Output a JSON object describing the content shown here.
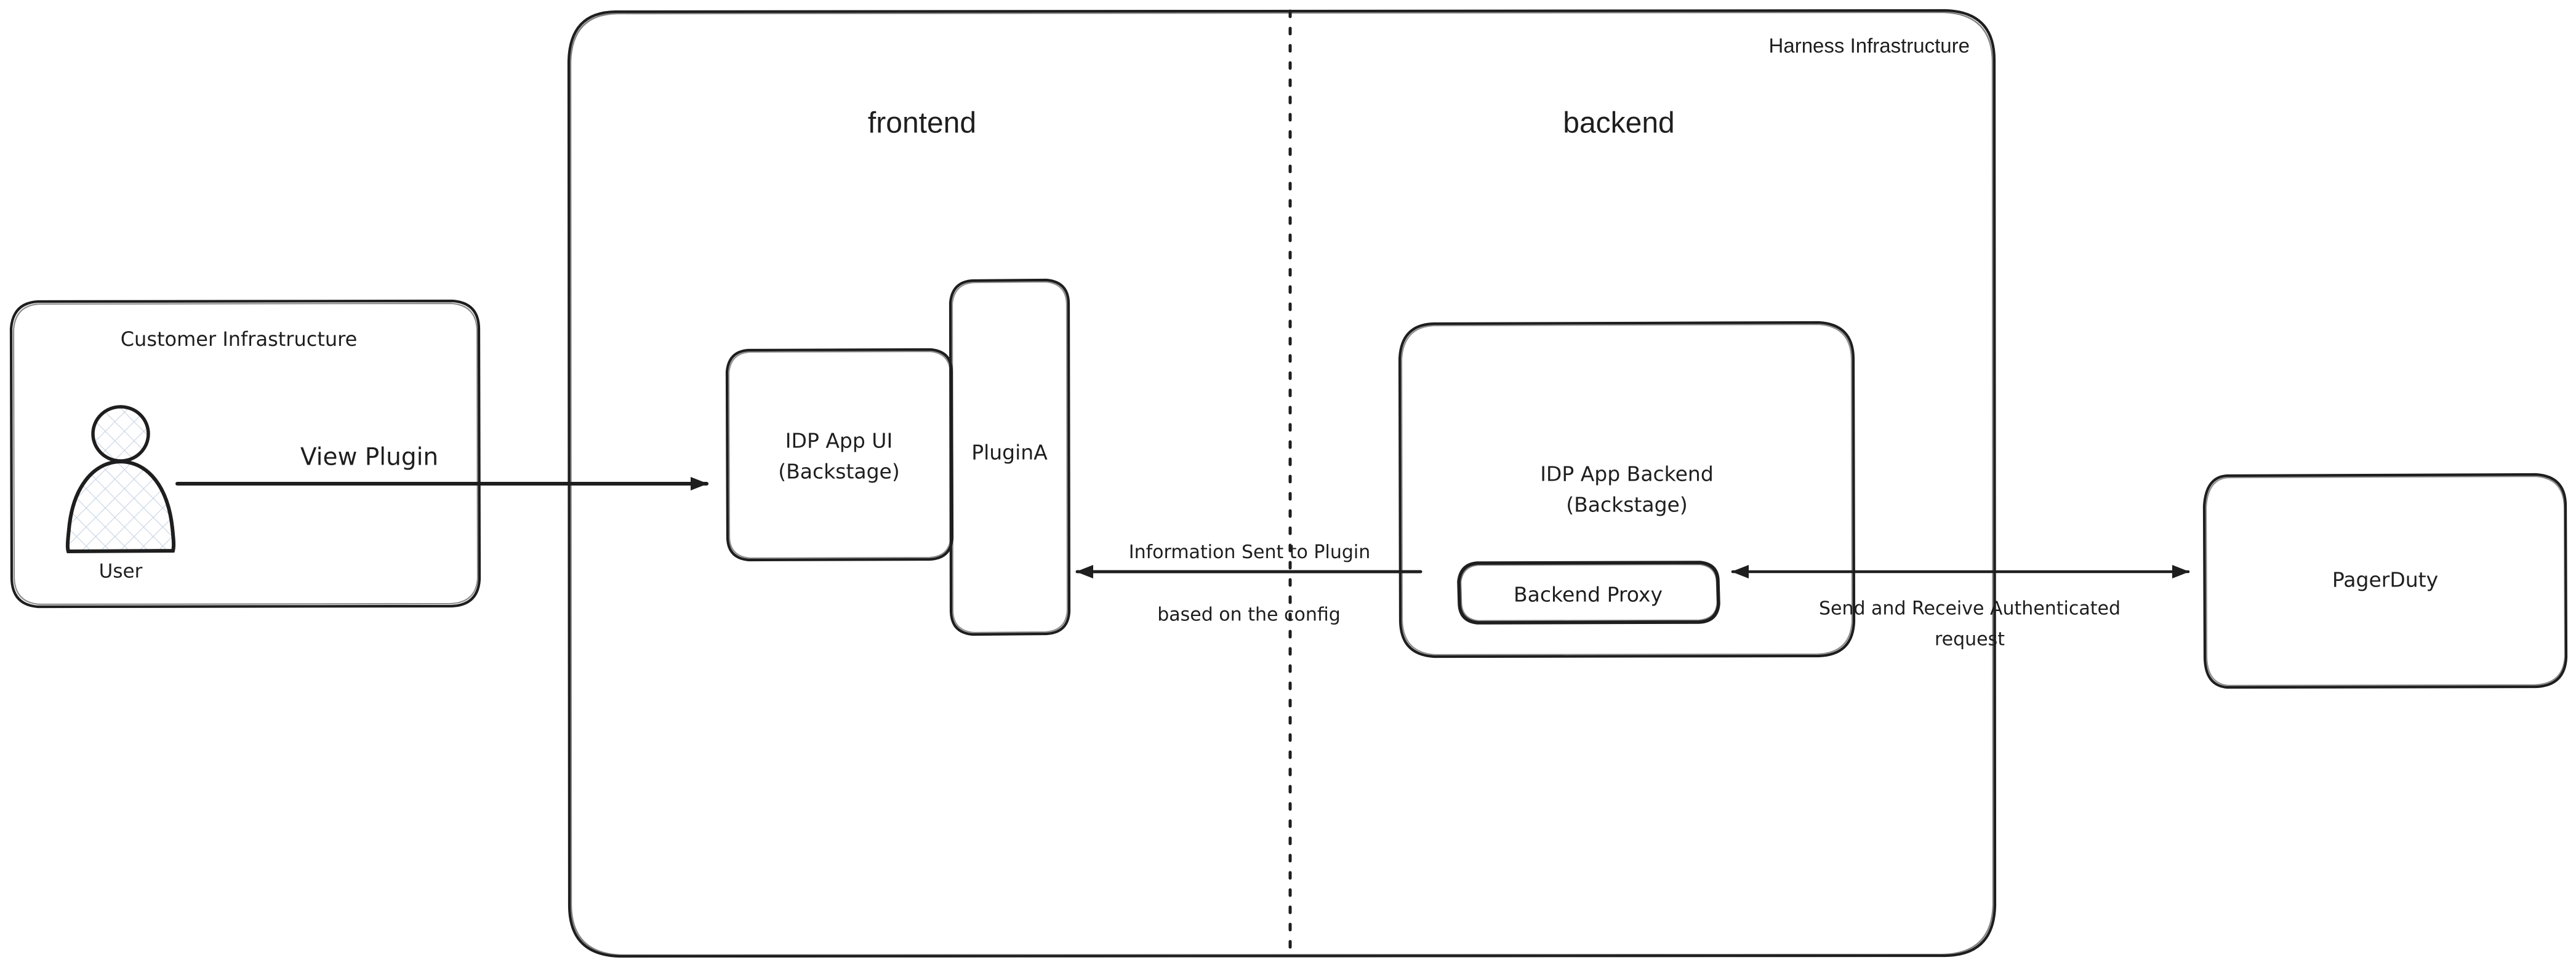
{
  "diagram": {
    "title": "Harness IDP Plugin Architecture",
    "style": "hand-drawn",
    "background": "#ffffff",
    "stroke_color": "#1e1e1e"
  },
  "containers": {
    "customer_infrastructure": {
      "label": "Customer Infrastructure",
      "fill": "transparent"
    },
    "harness_infrastructure": {
      "label": "Harness Infrastructure",
      "fill": "transparent"
    }
  },
  "zones": {
    "frontend": {
      "label": "frontend"
    },
    "backend": {
      "label": "backend"
    }
  },
  "nodes": {
    "user": {
      "label": "User",
      "icon": "user-actor-icon",
      "fill_pattern": "cross-hatch"
    },
    "idp_app_ui": {
      "label_line1": "IDP App UI",
      "label_line2": "(Backstage)",
      "fill": "transparent"
    },
    "plugin_a": {
      "label": "PluginA",
      "fill": "transparent"
    },
    "idp_app_backend": {
      "label_line1": "IDP App Backend",
      "label_line2": "(Backstage)",
      "fill": "transparent"
    },
    "backend_proxy": {
      "label": "Backend Proxy",
      "fill": "transparent"
    },
    "pagerduty": {
      "label": "PagerDuty",
      "fill": "#a5d8ff"
    }
  },
  "edges": {
    "view_plugin": {
      "label": "View Plugin",
      "from": "user",
      "to": "idp_app_ui",
      "direction": "right"
    },
    "information_sent": {
      "label_line1": "Information Sent to Plugin",
      "label_line2": "based on the config",
      "from": "backend_proxy",
      "to": "plugin_a",
      "direction": "left"
    },
    "send_receive": {
      "label_line1": "Send and Receive Authenticated",
      "label_line2": "request",
      "from": "backend_proxy",
      "to": "pagerduty",
      "direction": "both"
    }
  }
}
